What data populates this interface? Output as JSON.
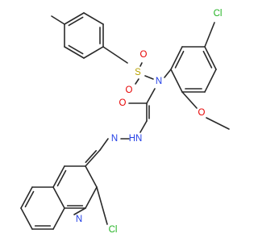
{
  "molecule": {
    "atoms": [
      {
        "id": "a1",
        "symbol": "Cl",
        "color": "#24b324"
      },
      {
        "id": "a2",
        "symbol": "S",
        "color": "#b8a200"
      },
      {
        "id": "a3",
        "symbol": "N",
        "color": "#2440e6"
      },
      {
        "id": "a4",
        "symbol": "O",
        "color": "#e60000"
      },
      {
        "id": "a5",
        "symbol": "O",
        "color": "#e60000"
      },
      {
        "id": "a6",
        "symbol": "O",
        "color": "#e60000"
      },
      {
        "id": "a7",
        "symbol": "O",
        "color": "#e60000"
      },
      {
        "id": "a8",
        "symbol": "HN",
        "color": "#2440e6"
      },
      {
        "id": "a9",
        "symbol": "N",
        "color": "#2440e6"
      },
      {
        "id": "a10",
        "symbol": "N",
        "color": "#2440e6"
      },
      {
        "id": "a11",
        "symbol": "Cl",
        "color": "#24b324"
      }
    ],
    "bond_color": "#2a2a2a"
  }
}
